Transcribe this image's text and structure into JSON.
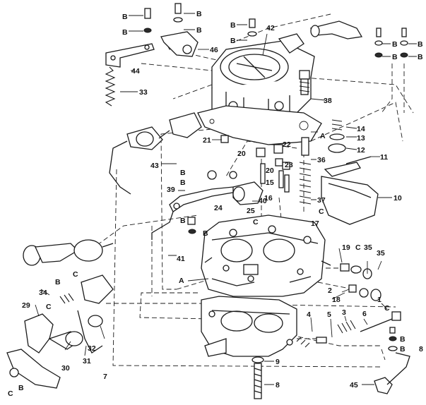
{
  "diagram": {
    "callouts": {
      "n1": "1",
      "n2": "2",
      "n3": "3",
      "n4": "4",
      "n5": "5",
      "n6": "6",
      "n7": "7",
      "n8a": "8",
      "n8b": "8",
      "n9": "9",
      "n10": "10",
      "n11": "11",
      "n12": "12",
      "n13": "13",
      "n14": "14",
      "n15": "15",
      "n16": "16",
      "n17": "17",
      "n18": "18",
      "n19": "19",
      "n20a": "20",
      "n20b": "20",
      "n21": "21",
      "n22": "22",
      "n23": "23",
      "n24": "24",
      "n25": "25",
      "n29": "29",
      "n30": "30",
      "n31": "31",
      "n32": "32",
      "n33": "33",
      "n34": "34",
      "n35a": "35",
      "n35b": "35",
      "n36": "36",
      "n37": "37",
      "n38": "38",
      "n39": "39",
      "n40": "40",
      "n41": "41",
      "n42": "42",
      "n43": "43",
      "n44": "44",
      "n45": "45",
      "n46": "46"
    },
    "letters": {
      "A": "A",
      "B": "B",
      "C": "C"
    }
  }
}
